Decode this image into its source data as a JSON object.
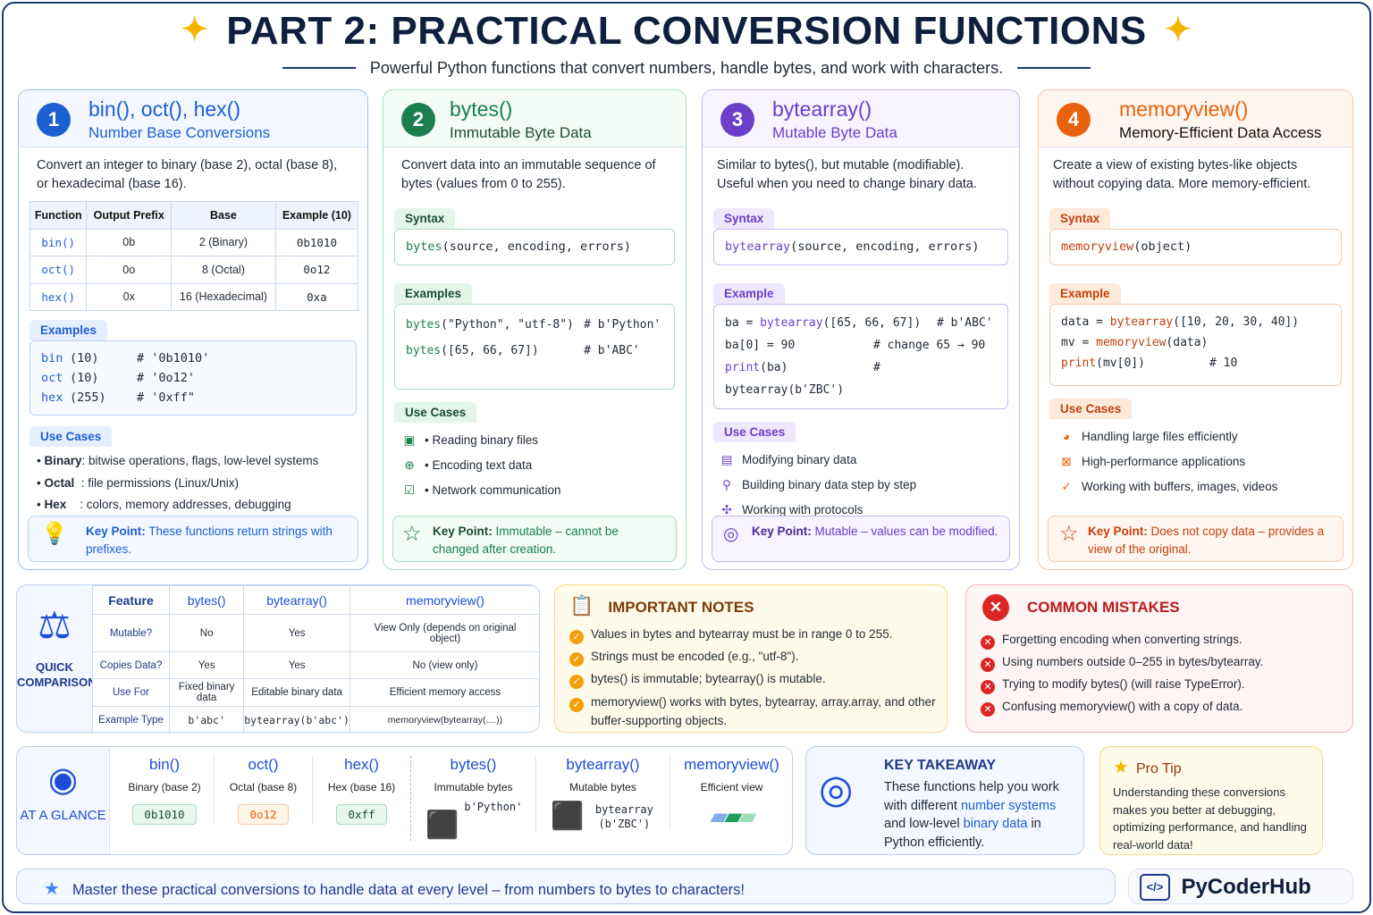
{
  "header": {
    "title": "PART 2: PRACTICAL CONVERSION FUNCTIONS",
    "subtitle": "Powerful Python functions that convert numbers, handle bytes, and work with characters."
  },
  "colors": {
    "blue": "#1d5fd1",
    "green": "#1a7f4b",
    "purple": "#6b3fc9",
    "orange": "#e8620c"
  },
  "card1": {
    "num": "1",
    "title": "bin(), oct(), hex()",
    "subtitle": "Number Base Conversions",
    "desc": "Convert an integer to binary (base 2), octal (base 8), or hexadecimal (base 16).",
    "table": {
      "headers": [
        "Function",
        "Output Prefix",
        "Base",
        "Example (10)"
      ],
      "rows": [
        [
          "bin()",
          "0b",
          "2 (Binary)",
          "0b1010"
        ],
        [
          "oct()",
          "0o",
          "8 (Octal)",
          "0o12"
        ],
        [
          "hex()",
          "0x",
          "16 (Hexadecimal)",
          "0xa"
        ]
      ]
    },
    "examples_label": "Examples",
    "examples": [
      {
        "fn": "bin",
        "rest": "(10)",
        "comment": "# '0b1010'"
      },
      {
        "fn": "oct",
        "rest": "(10)",
        "comment": "# '0o12'"
      },
      {
        "fn": "hex",
        "rest": "(255)",
        "comment": "# '0xff\""
      }
    ],
    "usecases_label": "Use Cases",
    "usecases": [
      {
        "k": "Binary",
        "v": ": bitwise operations, flags, low-level systems"
      },
      {
        "k": "Octal",
        "v": "  : file permissions (Linux/Unix)"
      },
      {
        "k": "Hex",
        "v": "    : colors, memory addresses, debugging"
      }
    ],
    "key_label": "Key Point:",
    "key_text": " These functions return strings with prefixes.",
    "icon": "lightbulb-icon"
  },
  "card2": {
    "num": "2",
    "title": "bytes()",
    "subtitle": "Immutable Byte Data",
    "desc": "Convert data into an immutable sequence of bytes (values from 0 to 255).",
    "syntax_label": "Syntax",
    "syntax": {
      "fn": "bytes",
      "rest": "(source, encoding, errors)"
    },
    "examples_label": "Examples",
    "examples": [
      {
        "fn": "bytes",
        "rest": "(\"Python\", \"utf-8\")",
        "comment": "# b'Python'"
      },
      {
        "fn": "bytes",
        "rest": "([65, 66, 67])",
        "comment": "# b'ABC'"
      }
    ],
    "usecases_label": "Use Cases",
    "usecases": [
      "Reading binary files",
      "Encoding text data",
      "Network communication"
    ],
    "key_label": "Key Point:",
    "key_text": " Immutable – cannot be changed after creation.",
    "icon": "star-icon"
  },
  "card3": {
    "num": "3",
    "title": "bytearray()",
    "subtitle": "Mutable Byte Data",
    "desc": "Similar to bytes(), but mutable (modifiable). Useful when you need to change binary data.",
    "syntax_label": "Syntax",
    "syntax": {
      "fn": "bytearray",
      "rest": "(source, encoding, errors)"
    },
    "example_label": "Example",
    "examples": [
      {
        "pre": "ba = ",
        "fn": "bytearray",
        "rest": "([65, 66, 67])",
        "comment": "# b'ABC'"
      },
      {
        "pre": "ba[0] = 90",
        "fn": "",
        "rest": "",
        "comment": "# change 65 → 90"
      },
      {
        "pre": "",
        "fn": "print",
        "rest": "(ba)",
        "comment": "# bytearray(b'ZBC')"
      }
    ],
    "usecases_label": "Use Cases",
    "usecases": [
      "Modifying binary data",
      "Building binary data step by step",
      "Working with protocols"
    ],
    "key_label": "Key Point:",
    "key_text": " Mutable – values can be modified.",
    "icon": "lightbulb-icon"
  },
  "card4": {
    "num": "4",
    "title": "memoryview()",
    "subtitle": "Memory-Efficient Data Access",
    "desc": "Create a view of existing bytes-like objects without copying data. More memory-efficient.",
    "syntax_label": "Syntax",
    "syntax": {
      "fn": "memoryview",
      "rest": "(object)"
    },
    "example_label": "Example",
    "examples": [
      {
        "pre": "data = ",
        "fn": "bytearray",
        "rest": "([10, 20, 30, 40])",
        "comment": ""
      },
      {
        "pre": "mv = ",
        "fn": "memoryview",
        "rest": "(data)",
        "comment": ""
      },
      {
        "pre": "",
        "fn": "print",
        "rest": "(mv[0])",
        "comment": "# 10"
      }
    ],
    "usecases_label": "Use Cases",
    "usecases": [
      "Handling large files efficiently",
      "High-performance applications",
      "Working with buffers, images, videos"
    ],
    "key_label": "Key Point:",
    "key_text": " Does not copy data – provides a view of the original.",
    "icon": "star-icon"
  },
  "comparison": {
    "label": "QUICK COMPARISON",
    "headers": [
      "Feature",
      "bytes()",
      "bytearray()",
      "memoryview()"
    ],
    "rows": [
      [
        "Mutable?",
        "No",
        "Yes",
        "View Only (depends on original object)"
      ],
      [
        "Copies Data?",
        "Yes",
        "Yes",
        "No (view only)"
      ],
      [
        "Use For",
        "Fixed binary data",
        "Editable binary data",
        "Efficient memory access"
      ],
      [
        "Example Type",
        "b'abc'",
        "bytearray(b'abc')",
        "memoryview(bytearray(....))"
      ]
    ]
  },
  "notes": {
    "title": "IMPORTANT NOTES",
    "items": [
      "Values in bytes and bytearray must be in range 0 to 255.",
      "Strings must be encoded (e.g., \"utf-8\").",
      "bytes() is immutable; bytearray() is mutable.",
      "memoryview() works with bytes, bytearray, array.array, and other buffer-supporting objects."
    ]
  },
  "mistakes": {
    "title": "COMMON MISTAKES",
    "items": [
      "Forgetting encoding when converting strings.",
      "Using numbers outside 0–255 in bytes/bytearray.",
      "Trying to modify bytes() (will raise TypeError).",
      "Confusing memoryview() with a copy of data."
    ]
  },
  "glance": {
    "label": "AT A GLANCE",
    "items": [
      {
        "name": "bin()",
        "desc": "Binary (base 2)",
        "value": "0b1010"
      },
      {
        "name": "oct()",
        "desc": "Octal (base 8)",
        "value": "0o12"
      },
      {
        "name": "hex()",
        "desc": "Hex (base 16)",
        "value": "0xff"
      },
      {
        "name": "bytes()",
        "desc": "Immutable bytes",
        "value": "b'Python'"
      },
      {
        "name": "bytearray()",
        "desc": "Mutable bytes",
        "value": "bytearray (b'ZBC')"
      },
      {
        "name": "memoryview()",
        "desc": "Efficient view",
        "value": ""
      }
    ]
  },
  "takeaway": {
    "title": "KEY TAKEAWAY",
    "t1": "These functions help you work with different ",
    "h1": "number systems",
    "t2": " and low-level ",
    "h2": "binary data",
    "t3": " in Python efficiently."
  },
  "protip": {
    "title": "Pro Tip",
    "text": "Understanding these conversions makes you better at debugging, optimizing performance, and handling real-world data!"
  },
  "footer": {
    "text": "Master these practical conversions to handle data at every level – from numbers to bytes to characters!",
    "brand": "PyCoderHub"
  }
}
